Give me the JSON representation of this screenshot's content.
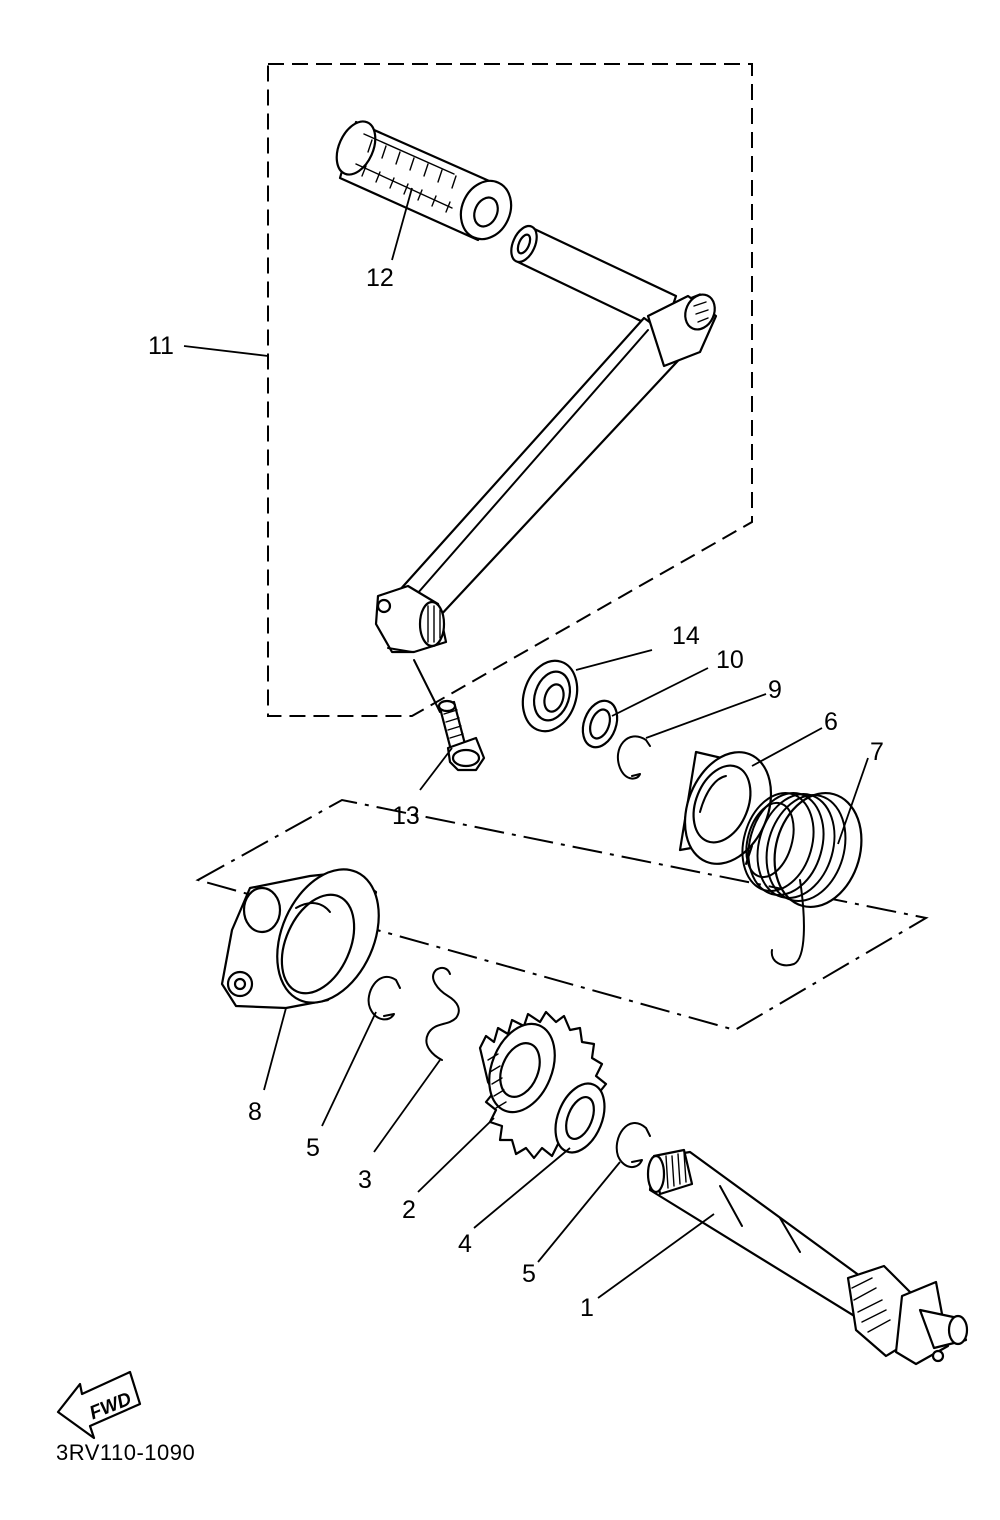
{
  "diagram": {
    "part_labels": {
      "p1": "1",
      "p2": "2",
      "p3": "3",
      "p4a": "4",
      "p5a": "5",
      "p5b": "5",
      "p6": "6",
      "p7": "7",
      "p8": "8",
      "p9": "9",
      "p10": "10",
      "p11": "11",
      "p12": "12",
      "p13": "13",
      "p14": "14"
    },
    "direction_marker": "FWD",
    "drawing_code": "3RV110-1090"
  }
}
